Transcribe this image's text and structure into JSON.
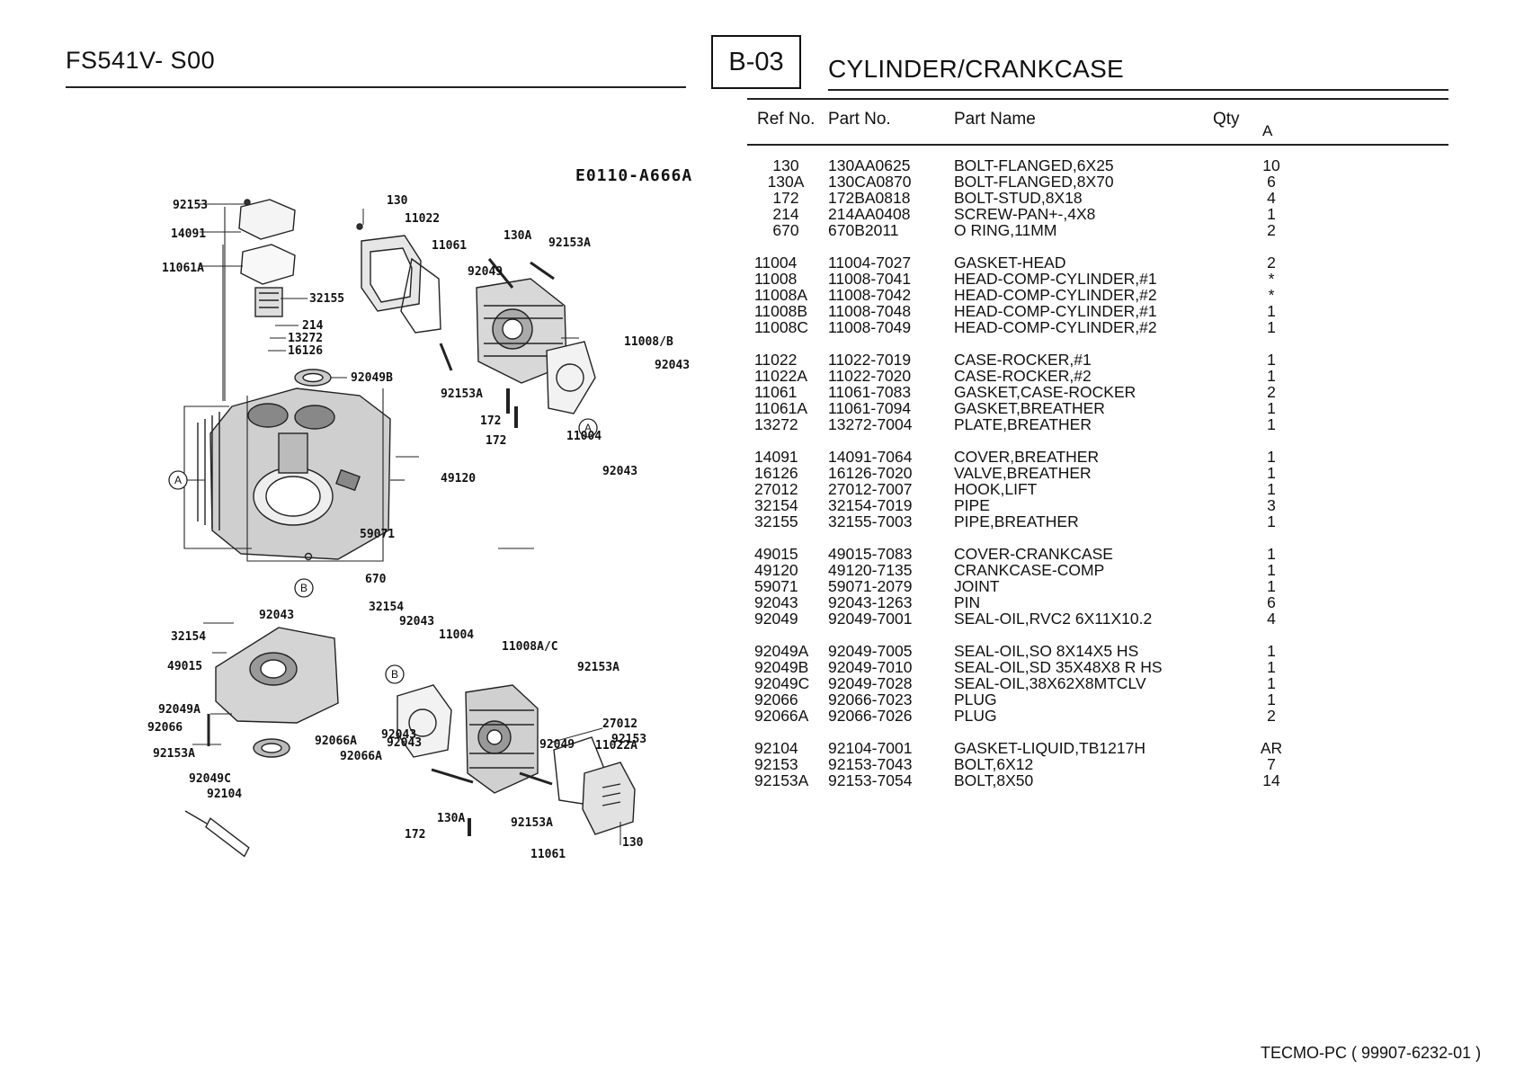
{
  "header": {
    "model": "FS541V- S00",
    "section_code": "B-03",
    "section_title": "CYLINDER/CRANKCASE"
  },
  "columns": {
    "ref": "Ref No.",
    "part": "Part No.",
    "name": "Part Name",
    "qty": "Qty",
    "variant": "A"
  },
  "diagram": {
    "code": "E0110-A666A",
    "labels": [
      "92153",
      "14091",
      "11061A",
      "32155",
      "214",
      "13272",
      "16126",
      "92049B",
      "130",
      "11022",
      "11061",
      "130A",
      "92153A",
      "92049",
      "11008/B",
      "92043",
      "92153A",
      "172",
      "172",
      "11004",
      "92043",
      "49120",
      "59071",
      "670",
      "32154",
      "92043",
      "92043",
      "32154",
      "49015",
      "92049A",
      "92066",
      "92153A",
      "92049C",
      "92104",
      "92043",
      "11004",
      "11008A/C",
      "92153A",
      "92043",
      "92066A",
      "92066A",
      "27012",
      "92153",
      "92049",
      "11022A",
      "130A",
      "172",
      "92153A",
      "11061",
      "130"
    ],
    "callouts": [
      "A",
      "A",
      "B",
      "B"
    ]
  },
  "parts": [
    {
      "ref": "130",
      "part": "130AA0625",
      "name": "BOLT-FLANGED,6X25",
      "qty": "10"
    },
    {
      "ref": "130A",
      "part": "130CA0870",
      "name": "BOLT-FLANGED,8X70",
      "qty": "6"
    },
    {
      "ref": "172",
      "part": "172BA0818",
      "name": "BOLT-STUD,8X18",
      "qty": "4"
    },
    {
      "ref": "214",
      "part": "214AA0408",
      "name": "SCREW-PAN+-,4X8",
      "qty": "1"
    },
    {
      "ref": "670",
      "part": "670B2011",
      "name": "O RING,11MM",
      "qty": "2"
    },
    {
      "ref": "11004",
      "part": "11004-7027",
      "name": "GASKET-HEAD",
      "qty": "2"
    },
    {
      "ref": "11008",
      "part": "11008-7041",
      "name": "HEAD-COMP-CYLINDER,#1",
      "qty": "*"
    },
    {
      "ref": "11008A",
      "part": "11008-7042",
      "name": "HEAD-COMP-CYLINDER,#2",
      "qty": "*"
    },
    {
      "ref": "11008B",
      "part": "11008-7048",
      "name": "HEAD-COMP-CYLINDER,#1",
      "qty": "1"
    },
    {
      "ref": "11008C",
      "part": "11008-7049",
      "name": "HEAD-COMP-CYLINDER,#2",
      "qty": "1"
    },
    {
      "ref": "11022",
      "part": "11022-7019",
      "name": "CASE-ROCKER,#1",
      "qty": "1"
    },
    {
      "ref": "11022A",
      "part": "11022-7020",
      "name": "CASE-ROCKER,#2",
      "qty": "1"
    },
    {
      "ref": "11061",
      "part": "11061-7083",
      "name": "GASKET,CASE-ROCKER",
      "qty": "2"
    },
    {
      "ref": "11061A",
      "part": "11061-7094",
      "name": "GASKET,BREATHER",
      "qty": "1"
    },
    {
      "ref": "13272",
      "part": "13272-7004",
      "name": "PLATE,BREATHER",
      "qty": "1"
    },
    {
      "ref": "14091",
      "part": "14091-7064",
      "name": "COVER,BREATHER",
      "qty": "1"
    },
    {
      "ref": "16126",
      "part": "16126-7020",
      "name": "VALVE,BREATHER",
      "qty": "1"
    },
    {
      "ref": "27012",
      "part": "27012-7007",
      "name": "HOOK,LIFT",
      "qty": "1"
    },
    {
      "ref": "32154",
      "part": "32154-7019",
      "name": "PIPE",
      "qty": "3"
    },
    {
      "ref": "32155",
      "part": "32155-7003",
      "name": "PIPE,BREATHER",
      "qty": "1"
    },
    {
      "ref": "49015",
      "part": "49015-7083",
      "name": "COVER-CRANKCASE",
      "qty": "1"
    },
    {
      "ref": "49120",
      "part": "49120-7135",
      "name": "CRANKCASE-COMP",
      "qty": "1"
    },
    {
      "ref": "59071",
      "part": "59071-2079",
      "name": "JOINT",
      "qty": "1"
    },
    {
      "ref": "92043",
      "part": "92043-1263",
      "name": "PIN",
      "qty": "6"
    },
    {
      "ref": "92049",
      "part": "92049-7001",
      "name": "SEAL-OIL,RVC2 6X11X10.2",
      "qty": "4"
    },
    {
      "ref": "92049A",
      "part": "92049-7005",
      "name": "SEAL-OIL,SO 8X14X5 HS",
      "qty": "1"
    },
    {
      "ref": "92049B",
      "part": "92049-7010",
      "name": "SEAL-OIL,SD 35X48X8 R HS",
      "qty": "1"
    },
    {
      "ref": "92049C",
      "part": "92049-7028",
      "name": "SEAL-OIL,38X62X8MTCLV",
      "qty": "1"
    },
    {
      "ref": "92066",
      "part": "92066-7023",
      "name": "PLUG",
      "qty": "1"
    },
    {
      "ref": "92066A",
      "part": "92066-7026",
      "name": "PLUG",
      "qty": "2"
    },
    {
      "ref": "92104",
      "part": "92104-7001",
      "name": "GASKET-LIQUID,TB1217H",
      "qty": "AR"
    },
    {
      "ref": "92153",
      "part": "92153-7043",
      "name": "BOLT,6X12",
      "qty": "7"
    },
    {
      "ref": "92153A",
      "part": "92153-7054",
      "name": "BOLT,8X50",
      "qty": "14"
    }
  ],
  "footer": {
    "text": "TECMO-PC  ( 99907-6232-01 )"
  }
}
